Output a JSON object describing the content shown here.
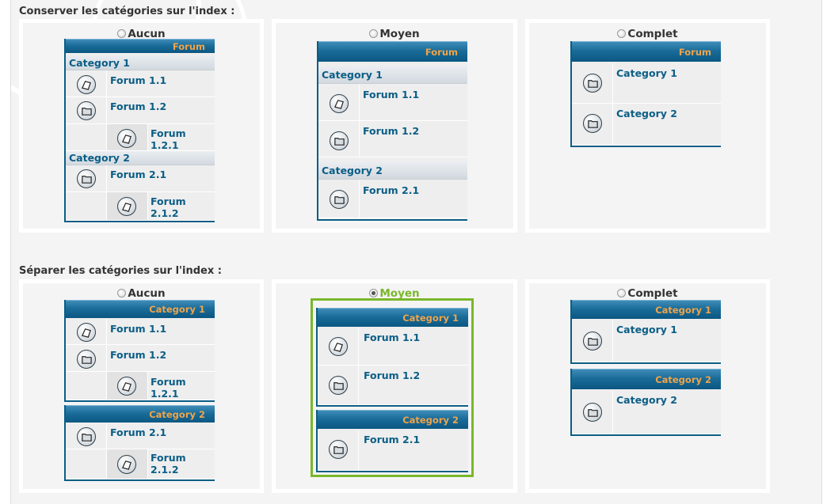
{
  "sections": [
    {
      "title": "Conserver les catégories sur l'index :",
      "options": [
        {
          "label": "Aucun",
          "selected": false
        },
        {
          "label": "Moyen",
          "selected": false
        },
        {
          "label": "Complet",
          "selected": false
        }
      ]
    },
    {
      "title": "Séparer les catégories sur l'index :",
      "options": [
        {
          "label": "Aucun",
          "selected": false
        },
        {
          "label": "Moyen",
          "selected": true
        },
        {
          "label": "Complet",
          "selected": false
        }
      ]
    }
  ],
  "preview": {
    "forum_header": "Forum",
    "category_1": "Category 1",
    "category_2": "Category 2",
    "forum_1_1": "Forum 1.1",
    "forum_1_2": "Forum 1.2",
    "forum_1_2_1": "Forum 1.2.1",
    "forum_2_1": "Forum 2.1",
    "forum_2_1_2": "Forum 2.1.2"
  },
  "colors": {
    "accent_selected": "#7ab72a",
    "header_blue": "#0b5e86",
    "header_text_orange": "#f0a44a",
    "link_blue": "#0b5e86"
  },
  "icons": {
    "read_forum": "open-book-icon",
    "folder_forum": "folder-icon"
  }
}
